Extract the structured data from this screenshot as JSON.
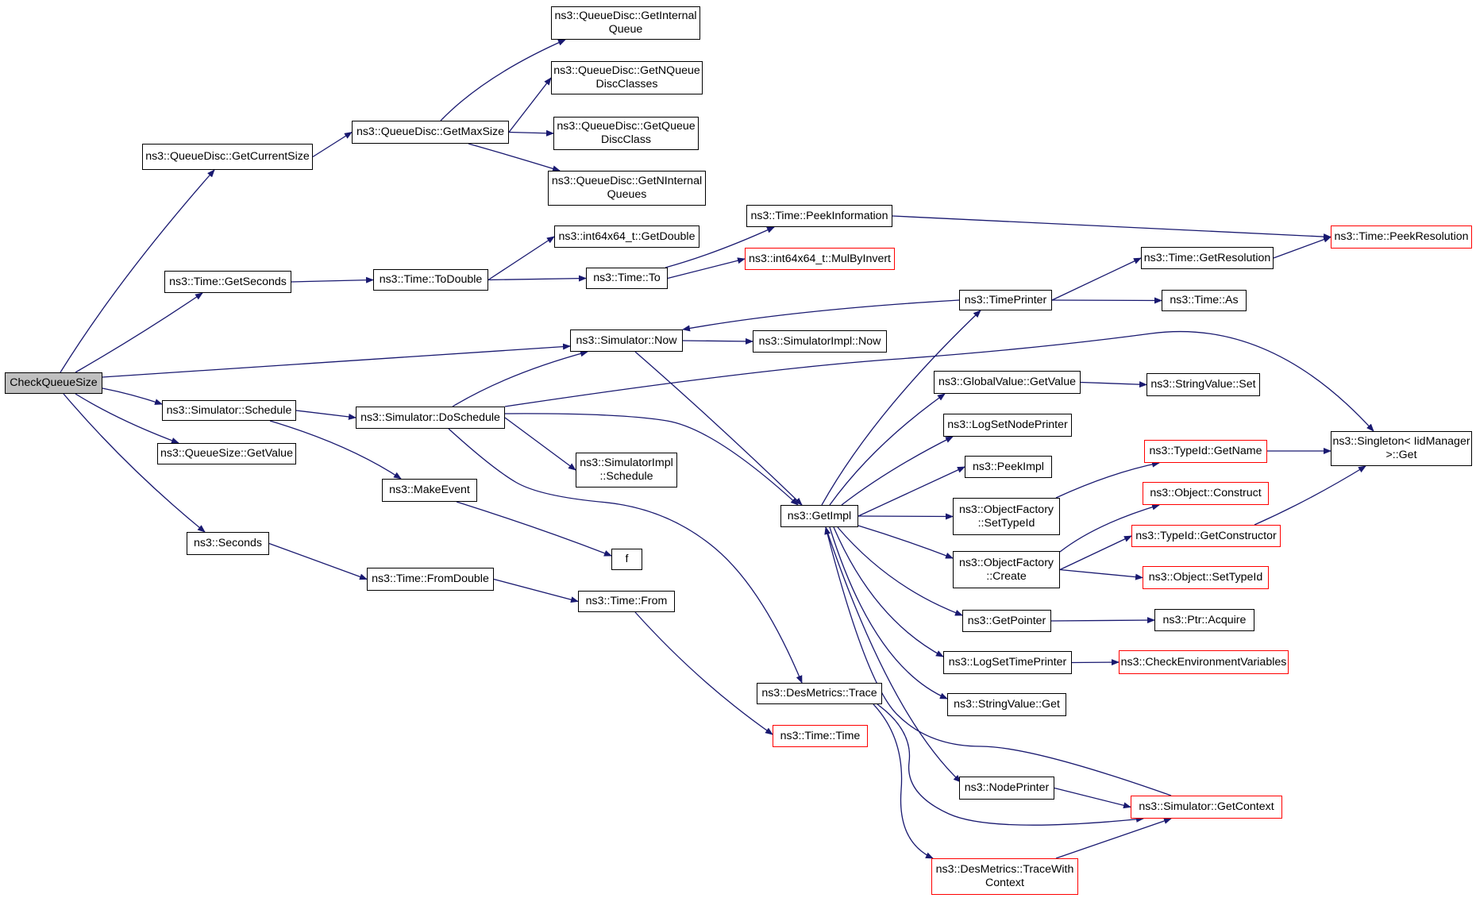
{
  "diagram": {
    "title": "",
    "edge_color": "#191970",
    "nodes": [
      {
        "id": "checkqueuesize",
        "label": "CheckQueueSize",
        "style": "root"
      },
      {
        "id": "qd-getcurrentsize",
        "label": "ns3::QueueDisc::GetCurrentSize",
        "style": "normal"
      },
      {
        "id": "qd-getmaxsize",
        "label": "ns3::QueueDisc::GetMaxSize",
        "style": "normal"
      },
      {
        "id": "qd-getinternalqueue",
        "label": "ns3::QueueDisc::GetInternal\nQueue",
        "style": "normal"
      },
      {
        "id": "qd-getnqueuediscclasses",
        "label": "ns3::QueueDisc::GetNQueue\nDiscClasses",
        "style": "normal"
      },
      {
        "id": "qd-getqueuediscclass",
        "label": "ns3::QueueDisc::GetQueue\nDiscClass",
        "style": "normal"
      },
      {
        "id": "qd-getninternalqueues",
        "label": "ns3::QueueDisc::GetNInternal\nQueues",
        "style": "normal"
      },
      {
        "id": "time-getseconds",
        "label": "ns3::Time::GetSeconds",
        "style": "normal"
      },
      {
        "id": "time-todouble",
        "label": "ns3::Time::ToDouble",
        "style": "normal"
      },
      {
        "id": "int64-getdouble",
        "label": "ns3::int64x64_t::GetDouble",
        "style": "normal"
      },
      {
        "id": "time-to",
        "label": "ns3::Time::To",
        "style": "normal"
      },
      {
        "id": "time-peekinformation",
        "label": "ns3::Time::PeekInformation",
        "style": "normal"
      },
      {
        "id": "int64-mulbyinvert",
        "label": "ns3::int64x64_t::MulByInvert",
        "style": "red"
      },
      {
        "id": "time-peekresolution",
        "label": "ns3::Time::PeekResolution",
        "style": "red"
      },
      {
        "id": "time-getresolution",
        "label": "ns3::Time::GetResolution",
        "style": "normal"
      },
      {
        "id": "timeprinter",
        "label": "ns3::TimePrinter",
        "style": "normal"
      },
      {
        "id": "time-as",
        "label": "ns3::Time::As",
        "style": "normal"
      },
      {
        "id": "simulator-now",
        "label": "ns3::Simulator::Now",
        "style": "normal"
      },
      {
        "id": "simulatorimpl-now",
        "label": "ns3::SimulatorImpl::Now",
        "style": "normal"
      },
      {
        "id": "simulator-schedule",
        "label": "ns3::Simulator::Schedule",
        "style": "normal"
      },
      {
        "id": "simulator-doschedule",
        "label": "ns3::Simulator::DoSchedule",
        "style": "normal"
      },
      {
        "id": "queuesize-getvalue",
        "label": "ns3::QueueSize::GetValue",
        "style": "normal"
      },
      {
        "id": "makeevent",
        "label": "ns3::MakeEvent",
        "style": "normal"
      },
      {
        "id": "simulatorimpl-schedule",
        "label": "ns3::SimulatorImpl\n::Schedule",
        "style": "normal"
      },
      {
        "id": "f",
        "label": "f",
        "style": "normal"
      },
      {
        "id": "seconds",
        "label": "ns3::Seconds",
        "style": "normal"
      },
      {
        "id": "time-fromdouble",
        "label": "ns3::Time::FromDouble",
        "style": "normal"
      },
      {
        "id": "time-from",
        "label": "ns3::Time::From",
        "style": "normal"
      },
      {
        "id": "getimpl",
        "label": "ns3::GetImpl",
        "style": "normal"
      },
      {
        "id": "globalvalue-getvalue",
        "label": "ns3::GlobalValue::GetValue",
        "style": "normal"
      },
      {
        "id": "stringvalue-set",
        "label": "ns3::StringValue::Set",
        "style": "normal"
      },
      {
        "id": "logsetnodeprinter",
        "label": "ns3::LogSetNodePrinter",
        "style": "normal"
      },
      {
        "id": "peekimpl",
        "label": "ns3::PeekImpl",
        "style": "normal"
      },
      {
        "id": "objectfactory-settypeid",
        "label": "ns3::ObjectFactory\n::SetTypeId",
        "style": "normal"
      },
      {
        "id": "objectfactory-create",
        "label": "ns3::ObjectFactory\n::Create",
        "style": "normal"
      },
      {
        "id": "typeid-getname",
        "label": "ns3::TypeId::GetName",
        "style": "red"
      },
      {
        "id": "singleton-get",
        "label": "ns3::Singleton< IidManager\n>::Get",
        "style": "normal"
      },
      {
        "id": "object-construct",
        "label": "ns3::Object::Construct",
        "style": "red"
      },
      {
        "id": "typeid-getconstructor",
        "label": "ns3::TypeId::GetConstructor",
        "style": "red"
      },
      {
        "id": "object-settypeid",
        "label": "ns3::Object::SetTypeId",
        "style": "red"
      },
      {
        "id": "getpointer",
        "label": "ns3::GetPointer",
        "style": "normal"
      },
      {
        "id": "ptr-acquire",
        "label": "ns3::Ptr::Acquire",
        "style": "normal"
      },
      {
        "id": "logsettimeprinter",
        "label": "ns3::LogSetTimePrinter",
        "style": "normal"
      },
      {
        "id": "checkenvironmentvariables",
        "label": "ns3::CheckEnvironmentVariables",
        "style": "red"
      },
      {
        "id": "stringvalue-get",
        "label": "ns3::StringValue::Get",
        "style": "normal"
      },
      {
        "id": "desmetrics-trace",
        "label": "ns3::DesMetrics::Trace",
        "style": "normal"
      },
      {
        "id": "time-time",
        "label": "ns3::Time::Time",
        "style": "red"
      },
      {
        "id": "nodeprinter",
        "label": "ns3::NodePrinter",
        "style": "normal"
      },
      {
        "id": "simulator-getcontext",
        "label": "ns3::Simulator::GetContext",
        "style": "red"
      },
      {
        "id": "desmetrics-tracewithcontext",
        "label": "ns3::DesMetrics::TraceWith\nContext",
        "style": "red"
      }
    ],
    "edges": [
      [
        "checkqueuesize",
        "qd-getcurrentsize"
      ],
      [
        "checkqueuesize",
        "time-getseconds"
      ],
      [
        "checkqueuesize",
        "simulator-now"
      ],
      [
        "checkqueuesize",
        "simulator-schedule"
      ],
      [
        "checkqueuesize",
        "queuesize-getvalue"
      ],
      [
        "checkqueuesize",
        "seconds"
      ],
      [
        "qd-getcurrentsize",
        "qd-getmaxsize"
      ],
      [
        "qd-getmaxsize",
        "qd-getinternalqueue"
      ],
      [
        "qd-getmaxsize",
        "qd-getnqueuediscclasses"
      ],
      [
        "qd-getmaxsize",
        "qd-getqueuediscclass"
      ],
      [
        "qd-getmaxsize",
        "qd-getninternalqueues"
      ],
      [
        "time-getseconds",
        "time-todouble"
      ],
      [
        "time-todouble",
        "int64-getdouble"
      ],
      [
        "time-todouble",
        "time-to"
      ],
      [
        "time-to",
        "time-peekinformation"
      ],
      [
        "time-to",
        "int64-mulbyinvert"
      ],
      [
        "time-peekinformation",
        "time-peekresolution"
      ],
      [
        "time-getresolution",
        "time-peekresolution"
      ],
      [
        "timeprinter",
        "time-getresolution"
      ],
      [
        "timeprinter",
        "time-as"
      ],
      [
        "timeprinter",
        "simulator-now"
      ],
      [
        "simulator-now",
        "simulatorimpl-now"
      ],
      [
        "simulator-now",
        "getimpl"
      ],
      [
        "simulator-schedule",
        "simulator-doschedule"
      ],
      [
        "simulator-schedule",
        "makeevent"
      ],
      [
        "simulator-doschedule",
        "simulator-now"
      ],
      [
        "simulator-doschedule",
        "singleton-get"
      ],
      [
        "simulator-doschedule",
        "simulatorimpl-schedule"
      ],
      [
        "simulator-doschedule",
        "getimpl"
      ],
      [
        "simulator-doschedule",
        "desmetrics-trace"
      ],
      [
        "makeevent",
        "f"
      ],
      [
        "seconds",
        "time-fromdouble"
      ],
      [
        "time-fromdouble",
        "time-from"
      ],
      [
        "time-from",
        "time-time"
      ],
      [
        "getimpl",
        "timeprinter"
      ],
      [
        "getimpl",
        "globalvalue-getvalue"
      ],
      [
        "getimpl",
        "logsetnodeprinter"
      ],
      [
        "getimpl",
        "peekimpl"
      ],
      [
        "getimpl",
        "objectfactory-settypeid"
      ],
      [
        "getimpl",
        "objectfactory-create"
      ],
      [
        "getimpl",
        "getpointer"
      ],
      [
        "getimpl",
        "logsettimeprinter"
      ],
      [
        "getimpl",
        "stringvalue-get"
      ],
      [
        "getimpl",
        "nodeprinter"
      ],
      [
        "globalvalue-getvalue",
        "stringvalue-set"
      ],
      [
        "objectfactory-settypeid",
        "typeid-getname"
      ],
      [
        "typeid-getname",
        "singleton-get"
      ],
      [
        "objectfactory-create",
        "object-construct"
      ],
      [
        "objectfactory-create",
        "typeid-getconstructor"
      ],
      [
        "objectfactory-create",
        "object-settypeid"
      ],
      [
        "typeid-getconstructor",
        "singleton-get"
      ],
      [
        "getpointer",
        "ptr-acquire"
      ],
      [
        "logsettimeprinter",
        "checkenvironmentvariables"
      ],
      [
        "nodeprinter",
        "simulator-getcontext"
      ],
      [
        "simulator-getcontext",
        "getimpl"
      ],
      [
        "desmetrics-trace",
        "simulator-getcontext"
      ],
      [
        "desmetrics-trace",
        "desmetrics-tracewithcontext"
      ],
      [
        "desmetrics-tracewithcontext",
        "simulator-getcontext"
      ]
    ]
  }
}
